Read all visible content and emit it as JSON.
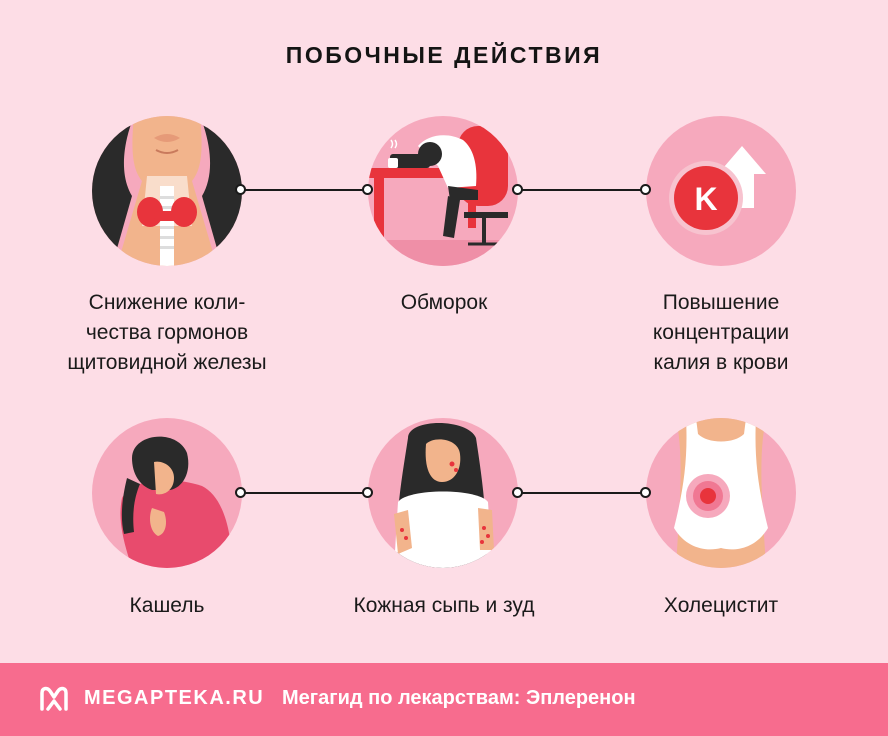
{
  "title": "ПОБОЧНЫЕ ДЕЙСТВИЯ",
  "items": [
    {
      "label_lines": [
        "Снижение коли-",
        "чества гормонов",
        "щитовидной железы"
      ],
      "icon": "thyroid-icon"
    },
    {
      "label_lines": [
        "Обморок"
      ],
      "icon": "fainting-icon"
    },
    {
      "label_lines": [
        "Повышение",
        "концентрации",
        "калия в крови"
      ],
      "icon": "potassium-icon",
      "badge": "K"
    },
    {
      "label_lines": [
        "Кашель"
      ],
      "icon": "cough-icon"
    },
    {
      "label_lines": [
        "Кожная сыпь и зуд"
      ],
      "icon": "rash-icon"
    },
    {
      "label_lines": [
        "Холецистит"
      ],
      "icon": "cholecystitis-icon"
    }
  ],
  "footer": {
    "logo_text": "MEGAPTEKA.RU",
    "tagline": "Мегагид по лекарствам: Эплеренон"
  },
  "colors": {
    "background": "#fddde6",
    "circle": "#f6a9bd",
    "footer": "#f76c8e",
    "accent_red": "#e8343c"
  }
}
